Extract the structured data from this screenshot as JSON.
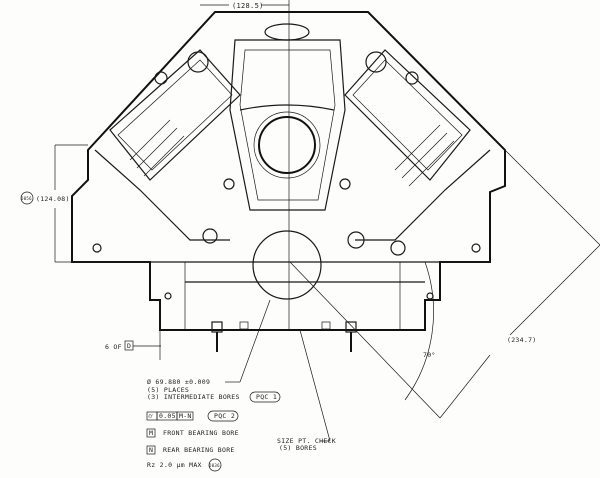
{
  "drawing": {
    "dimensions": {
      "top_width": "(128.5)",
      "deck_height": "(124.08)",
      "deck_height_tag": "D056",
      "diagonal": "(234.7)",
      "angle": "70°"
    },
    "datum": {
      "label": "6 OF",
      "box": "D"
    },
    "notes": {
      "bore_diameter": "Ø 69.880 ±0.009",
      "places": "(5) PLACES",
      "intermediate": "(3) INTERMEDIATE BORES",
      "pqc1": "PQC 1",
      "tolerance_symbol": "⌭",
      "tolerance_value": "0.05",
      "tolerance_datum": "M-N",
      "pqc2": "PQC 2",
      "front_box": "M",
      "front": "FRONT BEARING BORE",
      "rear_box": "N",
      "rear": "REAR BEARING BORE",
      "roughness": "Rz 2.0 μm MAX",
      "roughness_tag": "D036",
      "size_check": "SIZE PT. CHECK",
      "size_check_bores": "(5) BORES"
    }
  }
}
